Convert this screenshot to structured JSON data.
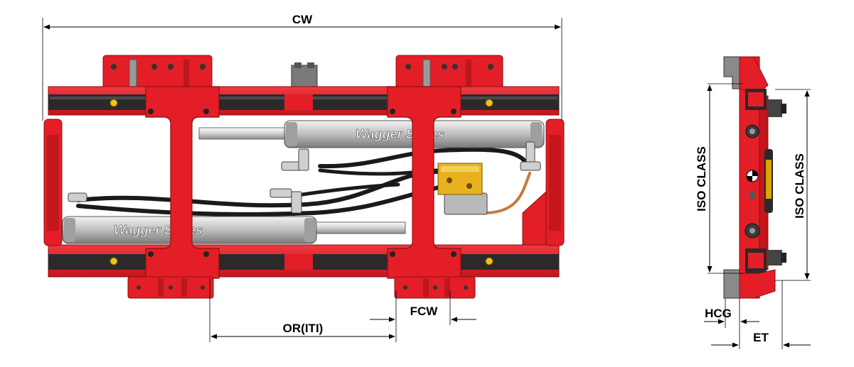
{
  "diagram": {
    "title": "",
    "dimensions": {
      "cw": "CW",
      "or_iti": "OR(ITI)",
      "fcw": "FCW",
      "iso_class_left": "ISO CLASS",
      "iso_class_right": "ISO CLASS",
      "hcg": "HCG",
      "et": "ET"
    },
    "branding": {
      "cylinder_top": "Wagger Series",
      "cylinder_bottom": "Wagger Series"
    },
    "colors": {
      "frame_red": "#e41e26",
      "frame_dark_red": "#b3141b",
      "rail_dark": "#2a2a2a",
      "cylinder_silver": "#c9c9c9",
      "manifold_yellow": "#e8b21f",
      "hose_black": "#1a1a1a",
      "dimension_line": "#000000"
    }
  }
}
